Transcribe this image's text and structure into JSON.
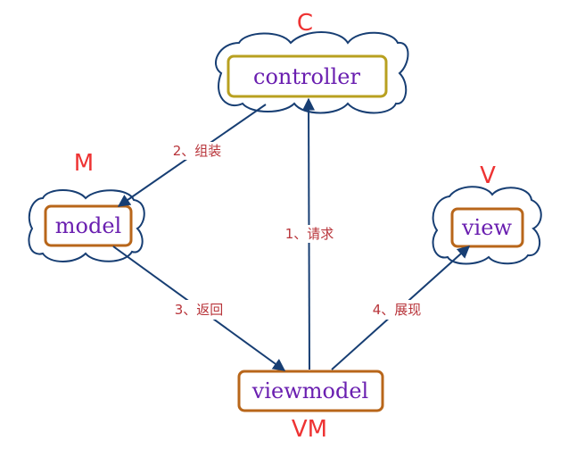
{
  "groups": {
    "controller": {
      "letter": "C",
      "label": "controller"
    },
    "model": {
      "letter": "M",
      "label": "model"
    },
    "view": {
      "letter": "V",
      "label": "view"
    },
    "viewmodel": {
      "letter": "VM",
      "label": "viewmodel"
    }
  },
  "edges": {
    "request": "1、请求",
    "assemble": "2、组装",
    "return": "3、返回",
    "display": "4、展现"
  },
  "colors": {
    "letter": "#ee3333",
    "box_label": "#6a1fb0",
    "edge_label": "#b8343a",
    "arrow": "#173e73",
    "cloud_stroke": "#173e73",
    "controller_box": "#b8a020",
    "other_boxes": "#b8661a"
  }
}
